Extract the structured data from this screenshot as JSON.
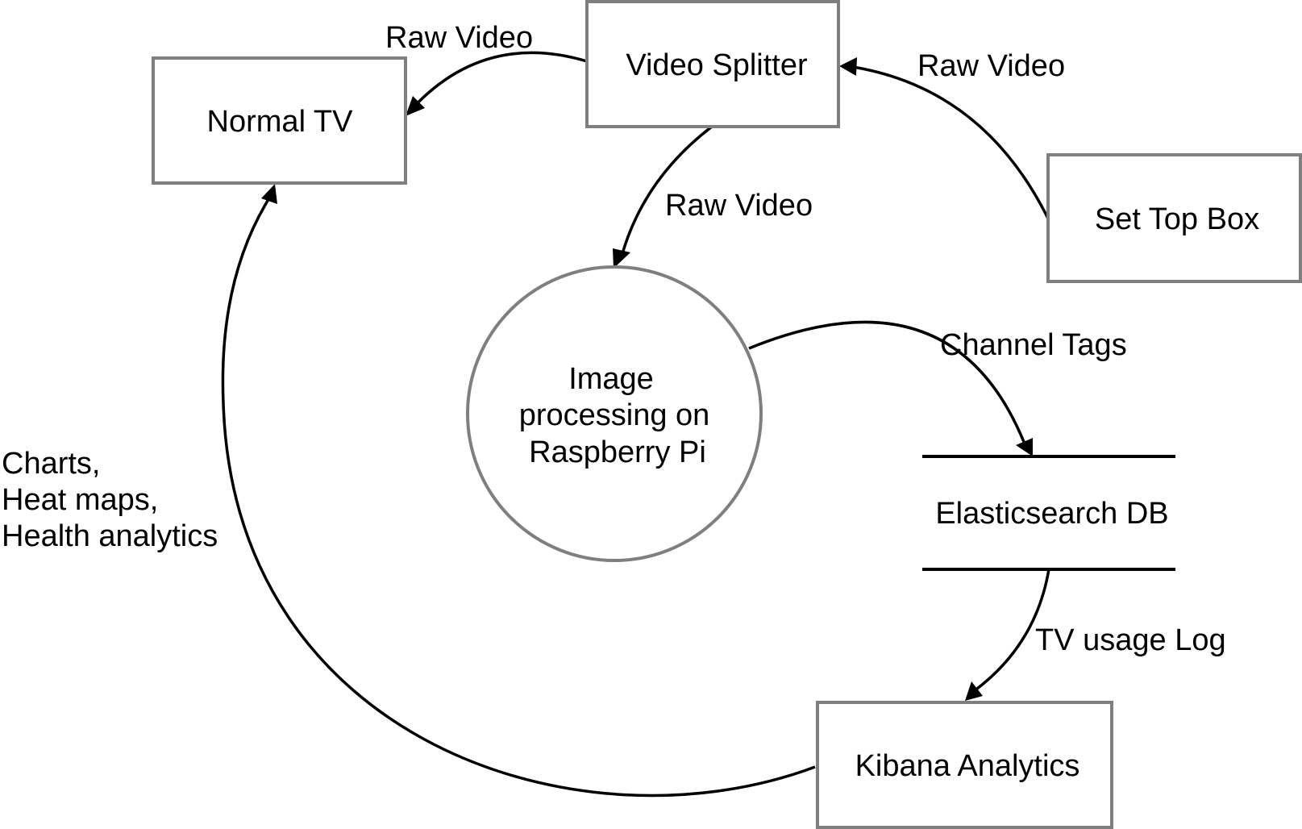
{
  "nodes": {
    "normal_tv": "Normal TV",
    "video_splitter": "Video Splitter",
    "set_top_box": "Set Top Box",
    "image_processing": [
      "Image",
      "processing on",
      "Raspberry Pi"
    ],
    "elasticsearch": "Elasticsearch DB",
    "kibana": "Kibana Analytics"
  },
  "edges": {
    "splitter_to_tv": "Raw Video",
    "stb_to_splitter": "Raw Video",
    "splitter_to_pi": "Raw Video",
    "pi_to_es": "Channel Tags",
    "es_to_kibana": "TV usage Log",
    "kibana_to_tv": [
      "Charts,",
      "Heat maps,",
      "Health analytics"
    ]
  },
  "colors": {
    "node_border": "#7f7f7f",
    "arrow": "#000000",
    "text": "#000000",
    "background": "#ffffff"
  }
}
